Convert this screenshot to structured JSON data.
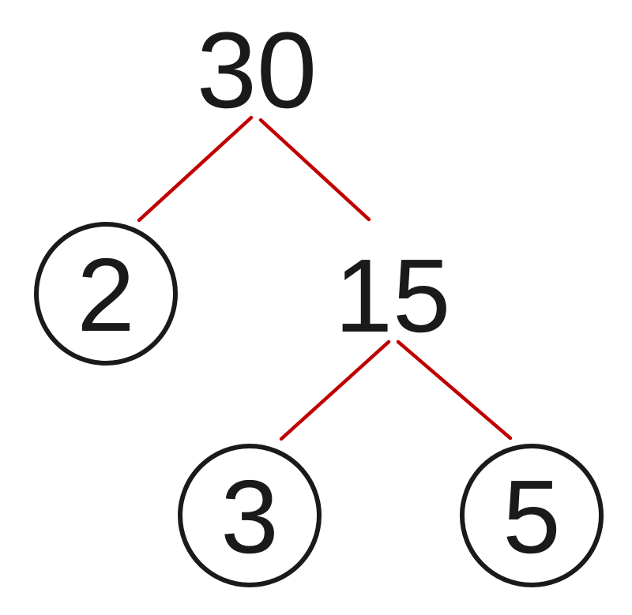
{
  "diagram": {
    "kind": "factor-tree",
    "nodes": {
      "n30": {
        "label": "30",
        "circled": false
      },
      "n2": {
        "label": "2",
        "circled": true
      },
      "n15": {
        "label": "15",
        "circled": false
      },
      "n3": {
        "label": "3",
        "circled": true
      },
      "n5": {
        "label": "5",
        "circled": true
      }
    },
    "edges": [
      {
        "from": "30",
        "to": "2"
      },
      {
        "from": "30",
        "to": "15"
      },
      {
        "from": "15",
        "to": "3"
      },
      {
        "from": "15",
        "to": "5"
      }
    ],
    "colors": {
      "branch": "#c00000",
      "text": "#1a1a1a",
      "circle": "#1a1a1a",
      "background": "#ffffff"
    }
  }
}
